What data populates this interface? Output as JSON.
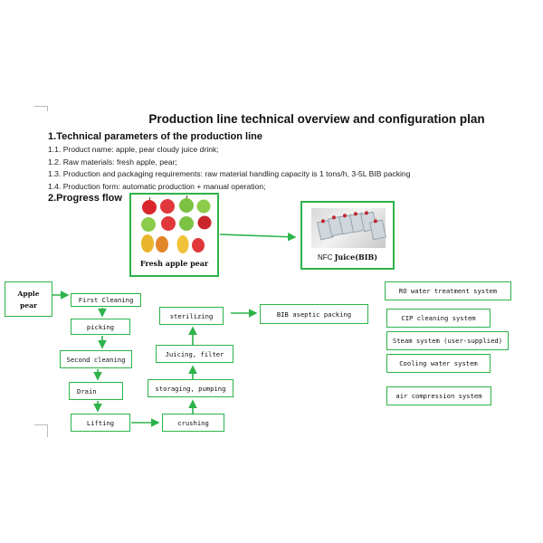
{
  "document": {
    "title": "Production line technical overview and configuration plan",
    "section1_heading": "1.Technical parameters of the production line",
    "items": [
      "1.1. Product name: apple, pear cloudy juice drink;",
      "1.2. Raw materials: fresh apple, pear;",
      "1.3. Production and packaging requirements: raw material handling capacity is 1 tons/h, 3-5L BIB packing",
      "1.4. Production form: automatic production + manual operation;"
    ],
    "section2_heading": "2.Progress flow"
  },
  "images": {
    "fruit_caption": "Fresh apple pear",
    "juice_caption_prefix": "NFC ",
    "juice_caption_bold": "Juice(BIB)"
  },
  "flow": {
    "start_line1": "Apple",
    "start_line2": "pear",
    "first_cleaning": "First Cleaning",
    "picking": "picking",
    "second_cleaning": "Second cleaning",
    "drain": "Drain",
    "lifting": "Lifting",
    "crushing": "crushing",
    "storaging": "storaging, pumping",
    "juicing": "Juicing, filter",
    "sterilizing": "sterilizing",
    "bib": "BIB aseptic packing"
  },
  "systems": [
    "RO water treatment system",
    "CIP cleaning system",
    "Steam system (user-supplied)",
    "Cooling water system",
    "air compression system"
  ],
  "colors": {
    "box_border": "#2db34a",
    "arrow": "#2db34a",
    "apple_red": "#d8262a",
    "apple_green": "#7cc243",
    "pear_yellow": "#e9b52c"
  }
}
